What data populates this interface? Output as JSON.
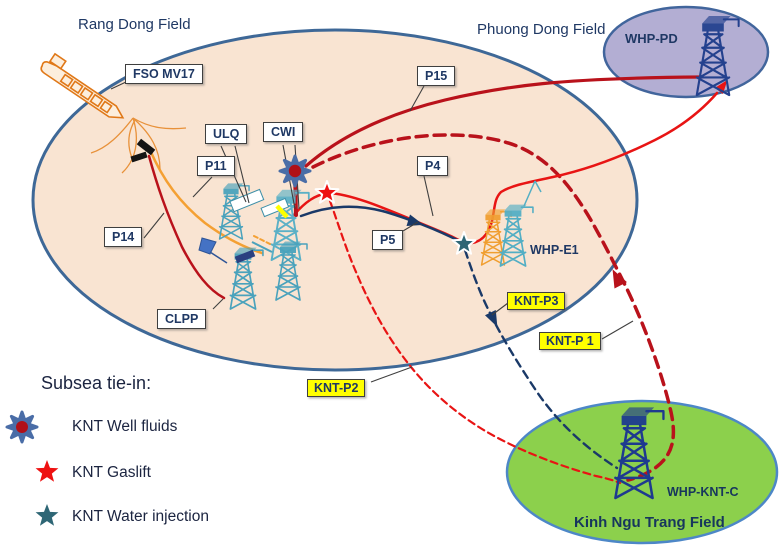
{
  "fields": {
    "rang_dong": "Rang Dong Field",
    "phuong_dong": "Phuong Dong Field",
    "kinh_ngu_trang": "Kinh Ngu Trang Field"
  },
  "platforms": {
    "fso": "FSO MV17",
    "ulq": "ULQ",
    "cwi": "CWI",
    "clpp": "CLPP",
    "whp_pd": "WHP-PD",
    "whp_e1": "WHP-E1",
    "whp_knt_c": "WHP-KNT-C"
  },
  "pipelines": {
    "p15": "P15",
    "p11": "P11",
    "p14": "P14",
    "p4": "P4",
    "p5": "P5",
    "knt_p3": "KNT-P3",
    "knt_p1": "KNT-P 1",
    "knt_p2": "KNT-P2"
  },
  "legend": {
    "title": "Subsea tie-in:",
    "items": [
      {
        "label": "KNT Well fluids",
        "icon": "well-fluids-burst-icon"
      },
      {
        "label": "KNT Gaslift",
        "icon": "gaslift-star-icon"
      },
      {
        "label": "KNT Water injection",
        "icon": "water-injection-star-icon"
      }
    ]
  },
  "colors": {
    "rang_dong_fill": "#F9E4D2",
    "phuong_dong_fill": "#B3AED3",
    "kinh_ngu_trang_fill": "#8CD04C",
    "field_border_blue": "#3E6897",
    "green_field_border": "#4D87C7",
    "dark_red_line": "#B9121B",
    "bright_red_line": "#E81414",
    "navy_line": "#1A3968",
    "orange_line": "#F4A033",
    "teal_platform": "#4AA2BC",
    "orange_platform": "#F09E30",
    "navy_platform": "#24418E",
    "yellow_label": "#FFFF00",
    "text_navy": "#1F3864",
    "burst_blue": "#4A6DA7",
    "burst_center_red": "#B01018",
    "gaslift_red": "#EE1111",
    "water_teal": "#2E6675"
  }
}
